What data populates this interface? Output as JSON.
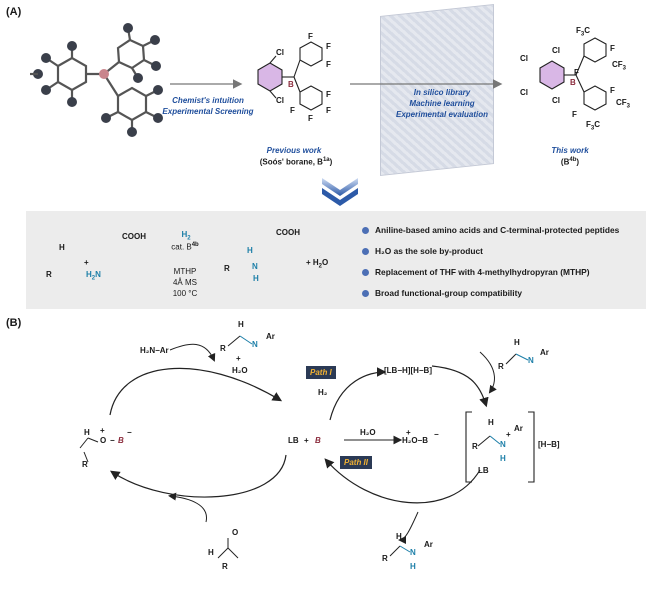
{
  "panel_a": {
    "label": "(A)",
    "arrow1_line1": "Chemist's intuition",
    "arrow1_line2": "Experimental Screening",
    "arrow2_line1": "In silico library",
    "arrow2_line2": "Machine learning",
    "arrow2_line3": "Experimental evaluation",
    "previous_label": "Previous work",
    "previous_name": "(Soós' borane, B",
    "previous_sup": "1a",
    "previous_close": ")",
    "this_label": "This work",
    "this_name": "(B",
    "this_sup": "4b",
    "this_close": ")",
    "atoms": {
      "B": "B",
      "Cl": "Cl",
      "F": "F",
      "CF3": "CF",
      "three": "3",
      "F3C": "F",
      "F3C_tail": "C"
    }
  },
  "conditions": {
    "r_label": "R",
    "h_label": "H",
    "plus": "+",
    "cooh": "COOH",
    "h2n": "H",
    "h2n_sub": "2",
    "h2n_tail": "N",
    "h2": "H",
    "h2_sub": "2",
    "catalyst": "cat. B",
    "catalyst_sup": "4b",
    "solvent": "MTHP",
    "sieves": "4Å MS",
    "temperature": "100 °C",
    "product_nh": "N",
    "product_h": "H",
    "water_plus": "+ H",
    "water_sub": "2",
    "water_tail": "O",
    "bullets": [
      "Aniline-based amino acids and C-terminal-protected peptides",
      "H₂O as the sole by-product",
      "Replacement of THF with 4-methylhydropyran (MTHP)",
      "Broad functional-group compatibility"
    ]
  },
  "panel_b": {
    "label": "(B)",
    "h2n_ar": "H₂N−Ar",
    "imine_n": "N",
    "ar": "Ar",
    "r": "R",
    "h": "H",
    "plus_water": "+",
    "water": "H₂O",
    "activated_o": "O",
    "activated_b": "B",
    "minus": "−",
    "plus_sign": "+",
    "lb": "LB",
    "lb_plus": "+",
    "b_italic": "B",
    "path1": "Path I",
    "path2": "Path II",
    "h2_left": "H₂",
    "h2o_mid": "H₂O",
    "h2o_b": "H₂O−B",
    "ion_pair": "[LB−H][H−B]",
    "hb_bracket": "[H−B]",
    "lb_h": "LB",
    "n_h": "H",
    "cho": "O"
  }
}
